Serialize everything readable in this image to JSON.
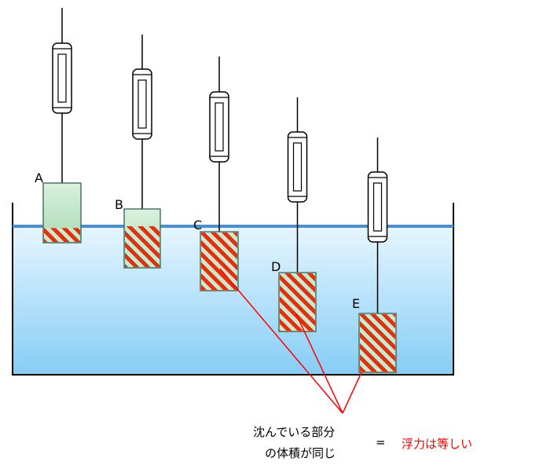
{
  "blocks": [
    {
      "label": "A",
      "submerged_fraction": 0.26
    },
    {
      "label": "B",
      "submerged_fraction": 0.72
    },
    {
      "label": "C",
      "submerged_fraction": 1.0
    },
    {
      "label": "D",
      "submerged_fraction": 1.0
    },
    {
      "label": "E",
      "submerged_fraction": 1.0
    }
  ],
  "annotation": {
    "line1": "沈んでいる部分",
    "line2": "の体積が同じ",
    "equals": "=",
    "conclusion": "浮力は等しい"
  },
  "colors": {
    "water_top": "#e6f6ff",
    "water_bottom": "#86cdf6",
    "water_surface": "#4a90d0",
    "block_fill": "#c8ebcf",
    "stripe_red": "#e03010",
    "pointer_line": "#ff0000",
    "conclusion_text": "#ff0000"
  }
}
